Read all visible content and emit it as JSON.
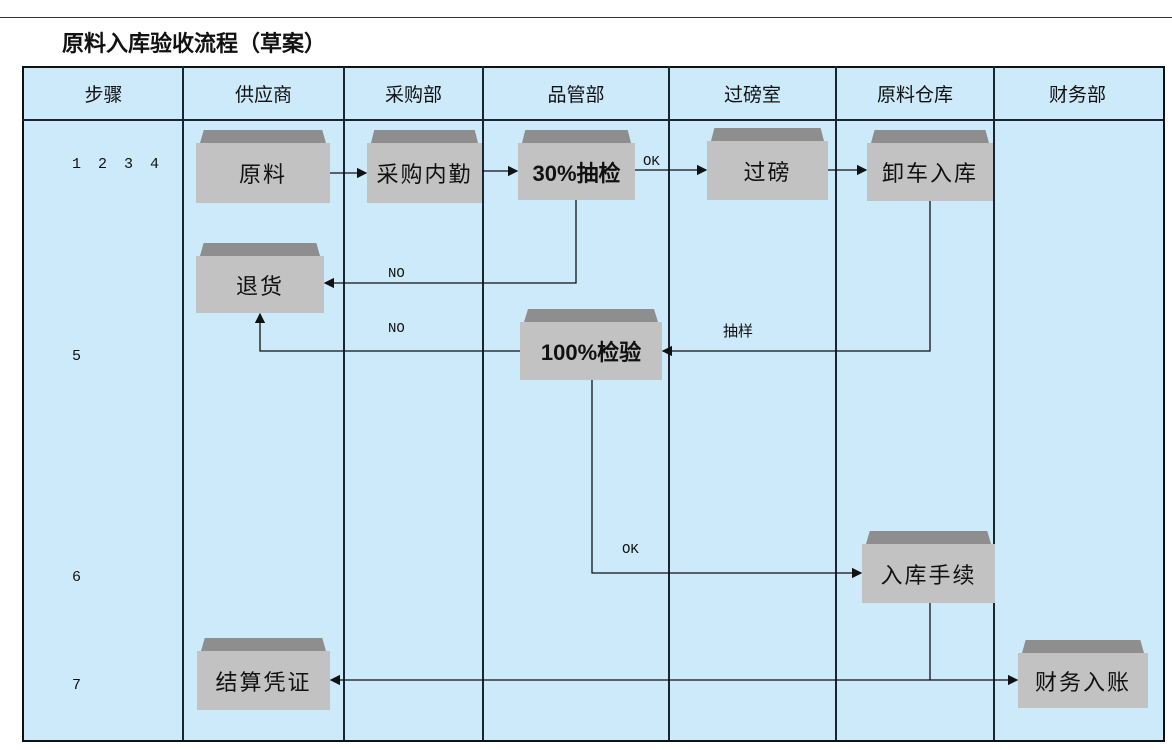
{
  "title": "原料入库验收流程（草案）",
  "columns": [
    "步骤",
    "供应商",
    "采购部",
    "品管部",
    "过磅室",
    "原料仓库",
    "财务部"
  ],
  "steps": {
    "s1": "1 2 3 4",
    "s5": "5",
    "s6": "6",
    "s7": "7"
  },
  "boxes": {
    "raw": "原料",
    "purchase": "采购内勤",
    "sample30": "30%抽检",
    "weigh": "过磅",
    "unload": "卸车入库",
    "return": "退货",
    "inspect100": "100%检验",
    "storage": "入库手续",
    "voucher": "结算凭证",
    "finance": "财务入账"
  },
  "labels": {
    "ok1": "OK",
    "no1": "NO",
    "no2": "NO",
    "sampling": "抽样",
    "ok2": "OK"
  },
  "colors": {
    "lane": "#cdeafb",
    "box": "#c2c2c2",
    "box_top": "#8e8e8e"
  }
}
